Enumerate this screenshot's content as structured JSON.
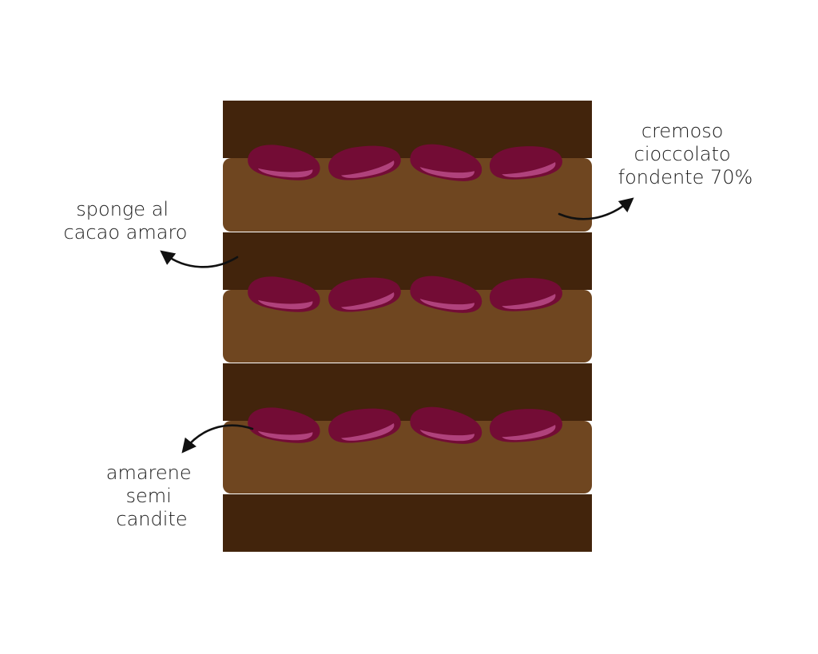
{
  "colors": {
    "background": "#ffffff",
    "sponge": "#42240c",
    "cream": "#6f4620",
    "cherry": "#730c35",
    "cherry_highlight": "#b0427c",
    "arrow": "#111111",
    "text": "#1a1a1a"
  },
  "labels": {
    "cream": {
      "lines": [
        "cremoso",
        "cioccolato",
        "fondente 70%"
      ]
    },
    "sponge": {
      "lines": [
        "sponge al",
        "cacao amaro"
      ]
    },
    "cherries": {
      "lines": [
        "amarene",
        "semi",
        "candite"
      ]
    }
  },
  "structure": {
    "layers": [
      "sponge",
      "cream",
      "sponge",
      "cream",
      "sponge",
      "cream",
      "sponge"
    ],
    "cherries_per_cream_layer": 4
  }
}
